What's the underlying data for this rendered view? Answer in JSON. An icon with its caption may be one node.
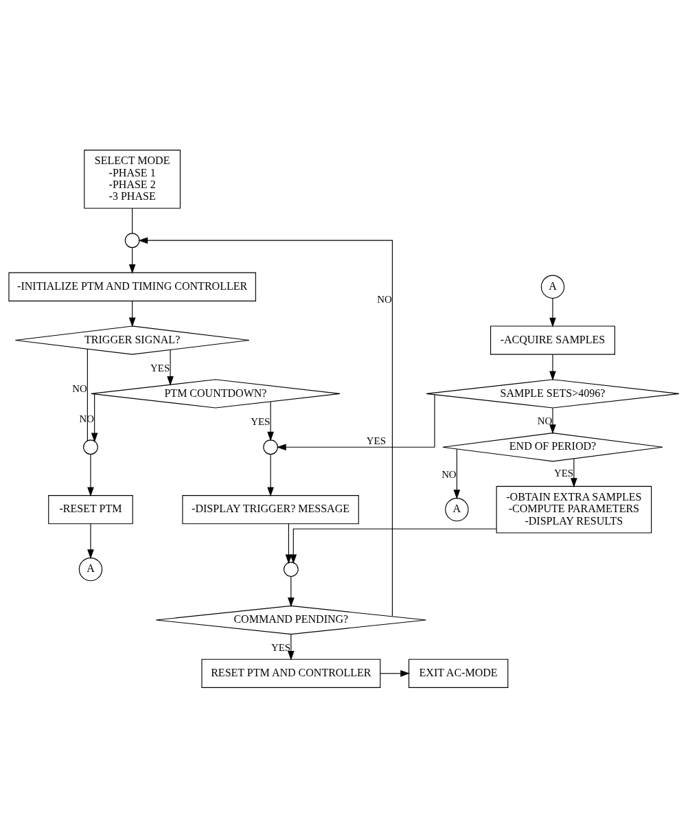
{
  "diagram": {
    "nodes": [
      {
        "text": [
          "SELECT MODE",
          "-PHASE 1",
          "-PHASE 2",
          "-3 PHASE"
        ]
      },
      {
        "text": [],
        "shape": "circle"
      },
      {
        "text": [
          "-INITIALIZE PTM AND TIMING CONTROLLER"
        ]
      },
      {
        "text": [
          "TRIGGER SIGNAL?"
        ]
      },
      {
        "text": [
          "PTM COUNTDOWN?"
        ]
      },
      {
        "text": [],
        "shape": "circle"
      },
      {
        "text": [
          "-RESET PTM"
        ]
      },
      {
        "text": [
          "A"
        ]
      },
      {
        "text": [],
        "shape": "circle"
      },
      {
        "text": [
          "-DISPLAY TRIGGER? MESSAGE"
        ]
      },
      {
        "text": [],
        "shape": "circle"
      },
      {
        "text": [
          "COMMAND PENDING?"
        ]
      },
      {
        "text": [
          "RESET PTM AND CONTROLLER"
        ]
      },
      {
        "text": [
          "EXIT AC-MODE"
        ]
      },
      {
        "text": [
          "A"
        ]
      },
      {
        "text": [
          "-ACQUIRE SAMPLES"
        ]
      },
      {
        "text": [
          "SAMPLE SETS>4096?"
        ]
      },
      {
        "text": [
          "A"
        ]
      },
      {
        "text": [
          "END OF PERIOD?"
        ]
      },
      {
        "text": [
          "-OBTAIN EXTRA SAMPLES",
          "-COMPUTE PARAMETERS",
          "-DISPLAY RESULTS"
        ]
      }
    ],
    "edges": [
      {
        "from": 0,
        "to": 1,
        "arrow": "none"
      },
      {
        "from": 11,
        "to": 1,
        "label": "NO",
        "arrow": "to"
      },
      {
        "from": 1,
        "to": 2,
        "arrow": "to"
      },
      {
        "from": 2,
        "to": 3,
        "arrow": "to"
      },
      {
        "from": 3,
        "to": 5,
        "label": "NO",
        "arrow": "none"
      },
      {
        "from": 3,
        "to": 4,
        "label": "YES",
        "arrow": "to"
      },
      {
        "from": 4,
        "to": 5,
        "label": "NO",
        "arrow": "to"
      },
      {
        "from": 5,
        "to": 6,
        "arrow": "to"
      },
      {
        "from": 6,
        "to": 7,
        "arrow": "to"
      },
      {
        "from": 4,
        "to": 8,
        "label": "YES",
        "arrow": "to"
      },
      {
        "from": 16,
        "to": 8,
        "label": "YES",
        "arrow": "to"
      },
      {
        "from": 8,
        "to": 9,
        "arrow": "to"
      },
      {
        "from": 9,
        "to": 10,
        "arrow": "to"
      },
      {
        "from": 19,
        "to": 10,
        "arrow": "to"
      },
      {
        "from": 10,
        "to": 11,
        "arrow": "to"
      },
      {
        "from": 11,
        "to": 12,
        "label": "YES",
        "arrow": "to"
      },
      {
        "from": 12,
        "to": 13,
        "arrow": "to"
      },
      {
        "from": 14,
        "to": 15,
        "arrow": "to"
      },
      {
        "from": 15,
        "to": 16,
        "arrow": "to"
      },
      {
        "from": 16,
        "to": 18,
        "label": "NO",
        "arrow": "to"
      },
      {
        "from": 18,
        "to": 17,
        "label": "NO",
        "arrow": "to"
      },
      {
        "from": 18,
        "to": 19,
        "label": "YES",
        "arrow": "to"
      }
    ]
  }
}
